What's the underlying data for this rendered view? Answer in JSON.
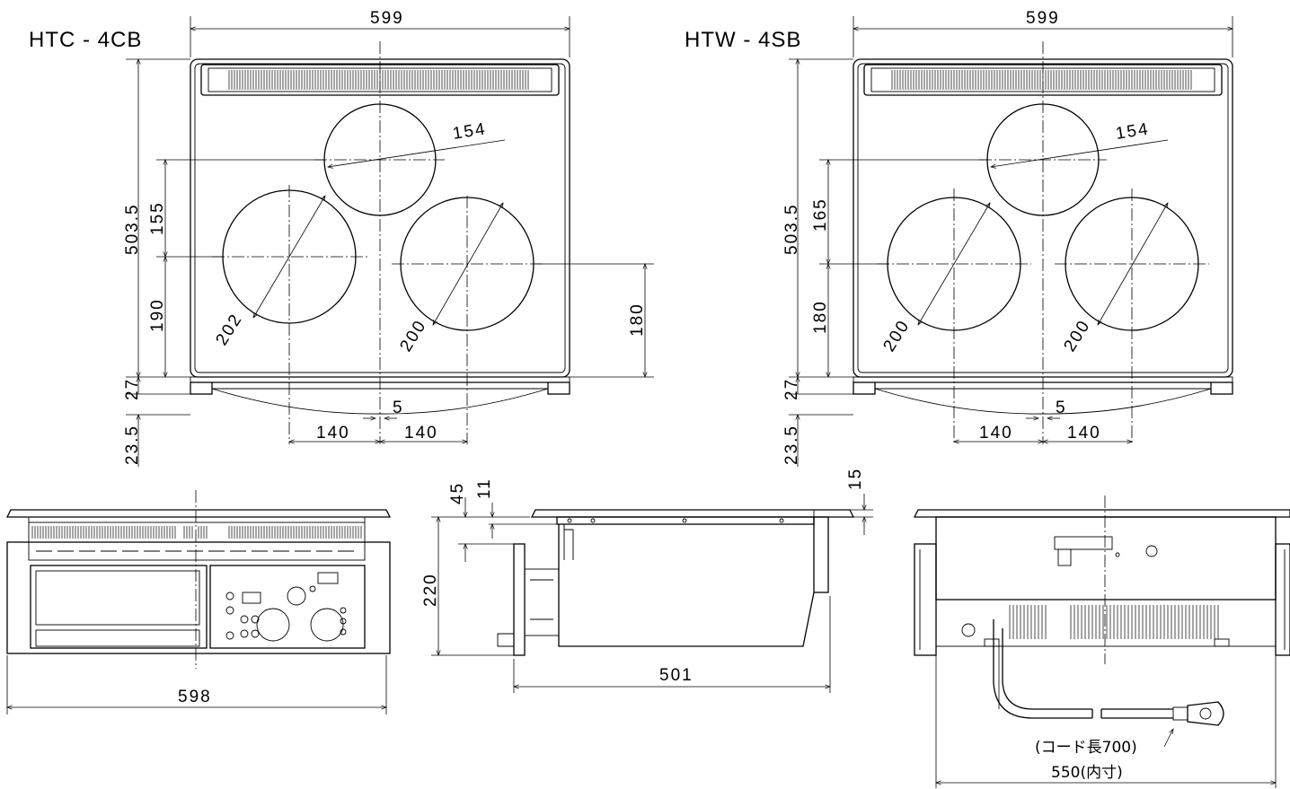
{
  "models": {
    "left": "HTC - 4CB",
    "right": "HTW - 4SB"
  },
  "top_views": {
    "left": {
      "width": "599",
      "depth": "503.5",
      "front_offset": "27",
      "panel_depth": "23.5",
      "rear_to_front_burner": "155",
      "front_burner_to_edge": "190",
      "right_burner_to_edge": "180",
      "rear_burner_dia": "154",
      "left_burner_dia": "202",
      "right_burner_dia": "200",
      "center_offset": "5",
      "left_spacing": "140",
      "right_spacing": "140"
    },
    "right": {
      "width": "599",
      "depth": "503.5",
      "front_offset": "27",
      "panel_depth": "23.5",
      "rear_to_front_burner": "165",
      "front_burner_to_edge": "180",
      "rear_burner_dia": "154",
      "left_burner_dia": "200",
      "right_burner_dia": "200",
      "center_offset": "5",
      "left_spacing": "140",
      "right_spacing": "140"
    }
  },
  "front_view": {
    "width": "598"
  },
  "side_view": {
    "top_thickness": "45",
    "flange": "11",
    "height": "220",
    "rear_lip": "15",
    "depth": "501"
  },
  "rear_view": {
    "cord_length": "(コード長700)",
    "inner_width": "550(内寸)"
  }
}
